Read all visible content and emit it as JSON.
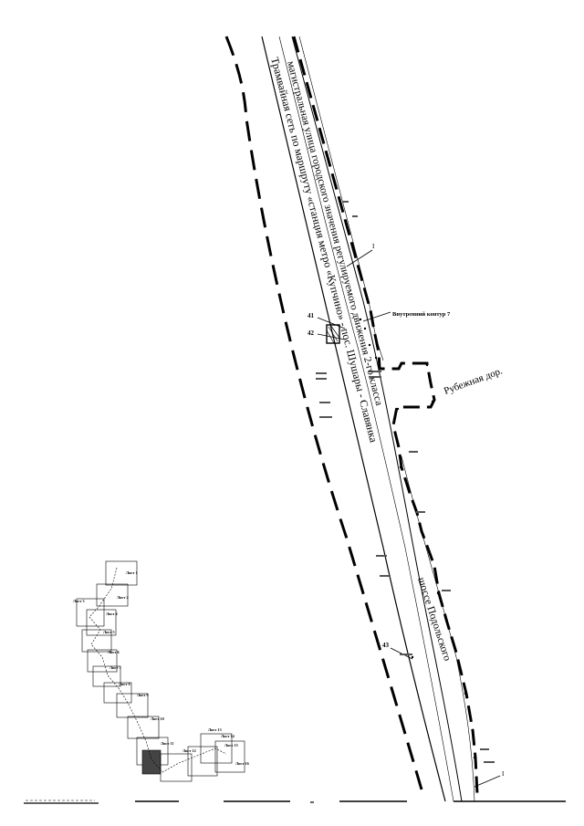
{
  "labels": {
    "street_main": "магистральная улица городского значения регулируемого движения 2-го класса",
    "tram_route": "Трамвайная сеть по маршруту «станция метро «Купчино» - пос. Шушары - Славянка",
    "rubezhnaya": "Рубежная дор.",
    "podolskoye": "шоссе Подольского",
    "inner_contour": "Внутренний контур 7",
    "section_mark_top": "I",
    "section_mark_bottom": "I",
    "point_41": "41",
    "point_42": "42",
    "point_43": "43"
  },
  "index_sheets": [
    {
      "label": "Лист 1"
    },
    {
      "label": "Лист 2"
    },
    {
      "label": "Лист 3"
    },
    {
      "label": "Лист 4"
    },
    {
      "label": "Лист 5"
    },
    {
      "label": "Лист 6"
    },
    {
      "label": "Лист 7"
    },
    {
      "label": "Лист 8"
    },
    {
      "label": "Лист 9"
    },
    {
      "label": "Лист 10"
    },
    {
      "label": "Лист 11"
    },
    {
      "label": "Лист 12"
    },
    {
      "label": "Лист 13"
    },
    {
      "label": "Лист 14"
    },
    {
      "label": "Лист 15"
    },
    {
      "label": "Лист 16"
    }
  ],
  "colors": {
    "ink": "#000000",
    "paper": "#ffffff"
  }
}
